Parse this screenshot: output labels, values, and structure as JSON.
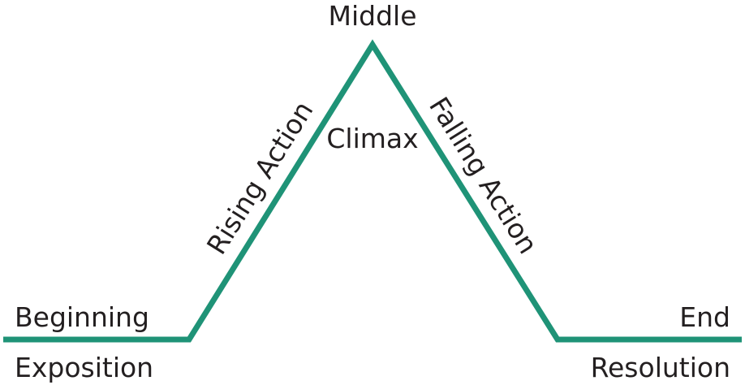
{
  "diagram": {
    "line_color": "#1f9377",
    "text_color": "#231f20",
    "labels": {
      "middle": "Middle",
      "climax": "Climax",
      "rising_action": "Rising Action",
      "falling_action": "Falling Action",
      "beginning": "Beginning",
      "exposition": "Exposition",
      "end": "End",
      "resolution": "Resolution"
    }
  }
}
